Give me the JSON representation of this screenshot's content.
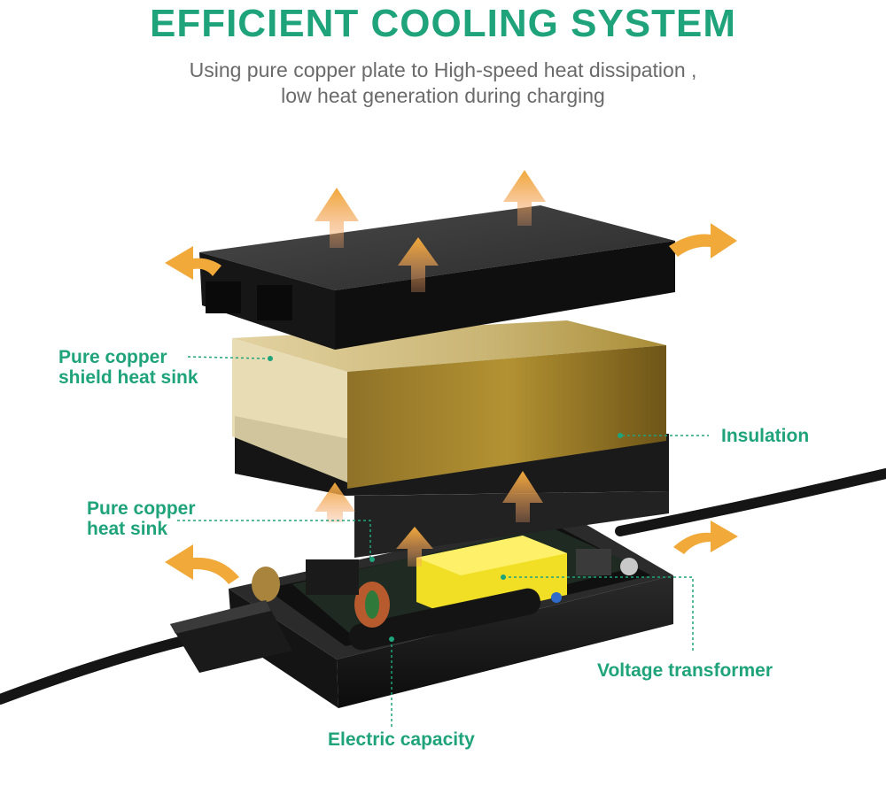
{
  "header": {
    "title": "EFFICIENT COOLING SYSTEM",
    "subtitle_line1": "Using pure copper plate to High-speed heat dissipation ,",
    "subtitle_line2": "low heat generation during charging"
  },
  "callouts": {
    "copper_shield_line1": "Pure copper",
    "copper_shield_line2": "shield heat sink",
    "insulation": "Insulation",
    "copper_heatsink_line1": "Pure copper",
    "copper_heatsink_line2": "heat sink",
    "voltage_transformer": "Voltage transformer",
    "electric_capacity": "Electric capacity"
  },
  "colors": {
    "accent": "#1fa37a",
    "arrow": "#f0a640",
    "copper": "#b89a3e",
    "casing": "#1b1b1b",
    "transformer": "#f2e020"
  }
}
